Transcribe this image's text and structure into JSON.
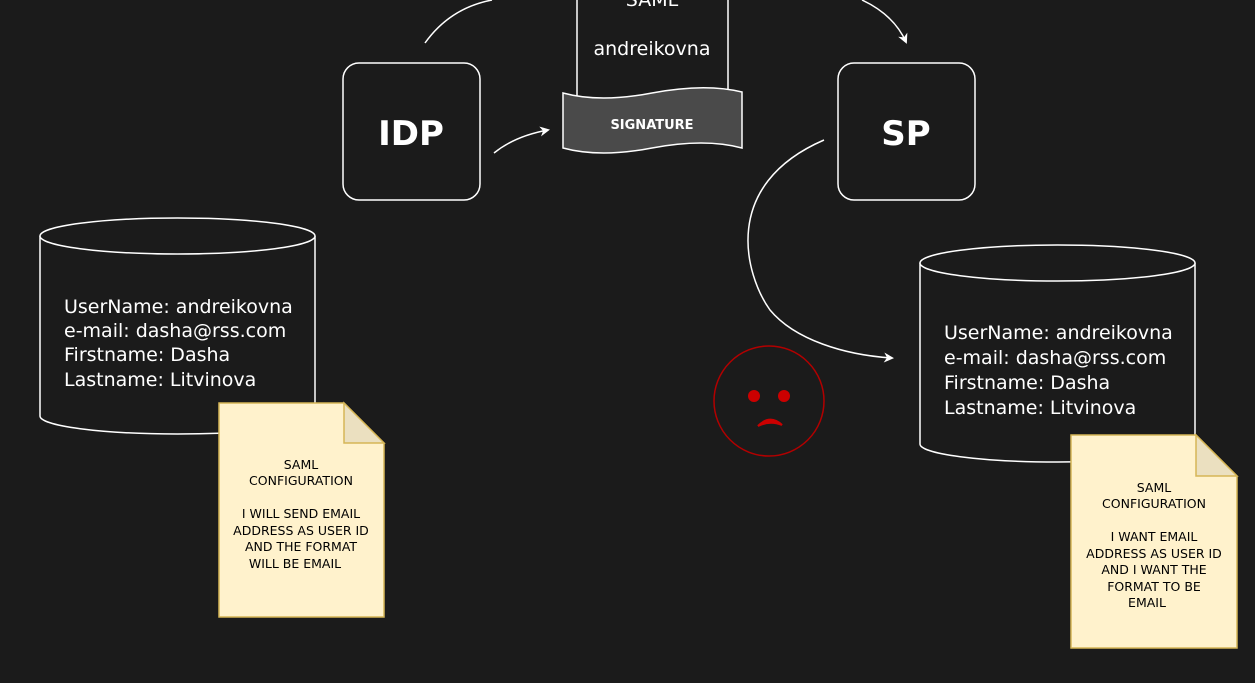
{
  "idp_label": "IDP",
  "sp_label": "SP",
  "token": {
    "lines": [
      "SAML",
      "andreikovna"
    ],
    "signature": "SIGNATURE"
  },
  "idp_store": {
    "lines": [
      "UserName: andreikovna",
      "e-mail: dasha@rss.com",
      "Firstname: Dasha",
      "Lastname: Litvinova"
    ]
  },
  "sp_store": {
    "lines": [
      "UserName: andreikovna",
      "e-mail: dasha@rss.com",
      "Firstname: Dasha",
      "Lastname: Litvinova"
    ]
  },
  "idp_note": {
    "lines": [
      "SAML",
      "CONFIGURATION",
      "",
      "I WILL SEND EMAIL",
      "ADDRESS AS USER ID",
      "AND THE FORMAT",
      "WILL BE EMAIL"
    ]
  },
  "sp_note": {
    "lines": [
      "SAML",
      "CONFIGURATION",
      "",
      "I WANT EMAIL",
      "ADDRESS AS USER ID",
      "AND I WANT THE",
      "FORMAT TO BE",
      "EMAIL"
    ]
  },
  "icons": {
    "sad_face": "sad-face-icon"
  },
  "colors": {
    "background": "#1b1b1b",
    "stroke": "#ffffff",
    "signature_fill": "#4a4a4a",
    "note_fill": "#fff2cc",
    "note_stroke": "#d6b656",
    "sad_face": "#b20000"
  }
}
